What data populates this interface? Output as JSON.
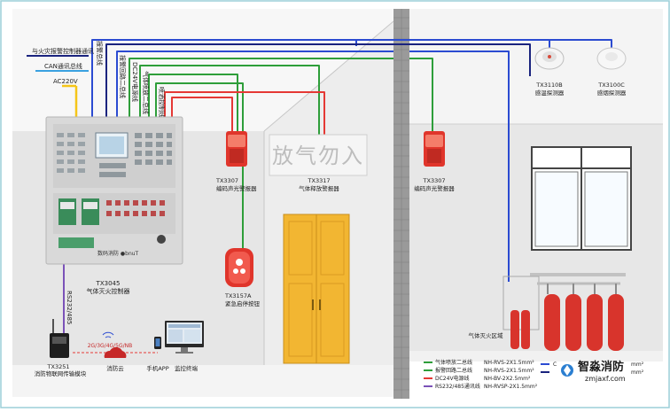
{
  "labels": {
    "fire_alarm_comm": "与火灾报警控制器通讯",
    "can_bus": "CAN通讯总线",
    "ac220": "AC220V",
    "v_alarm_bus": "报警总线",
    "v_alarm_loop2": "报警回路二总线",
    "v_dc24": "DC24V电源线",
    "v_gas_loop2": "气体喷放二总线",
    "v_start_signal": "喷洒控制线",
    "panel_display": "放气勿入",
    "panel_model_text": "TX3317",
    "panel_name": "气体释放警报器",
    "sounder1_model": "TX3307",
    "sounder1_name": "编码声光警报器",
    "sounder2_model": "TX3307",
    "sounder2_name": "编码声光警报器",
    "button_model": "TX3157A",
    "button_name": "紧急启停按钮",
    "controller_model": "TX3045",
    "controller_name": "气体灭火控制器",
    "controller_brand": "数码消防 ●bnuT",
    "rs_line": "RS232/485",
    "iot_model": "TX3251",
    "iot_name": "消防物联网传输模块",
    "net_label": "2G/3G/4G/5G/NB",
    "cloud": "消防云",
    "mobile_app": "手机APP",
    "monitor_platform": "监控终端",
    "det1_model": "TX3110B",
    "det1_name": "感温探测器",
    "det2_model": "TX3100C",
    "det2_name": "感烟探测器",
    "zone_label": "气体灭火区域"
  },
  "legend": [
    {
      "label": "气体喷放二总线",
      "spec": "NH-RVS-2X1.5mm²",
      "color": "#2e9e3a"
    },
    {
      "label": "报警回路二总线",
      "spec": "NH-RVS-2X1.5mm²",
      "color": "#2e9e3a"
    },
    {
      "label": "DC24V电源线",
      "spec": "NH-BV-2X2.5mm²",
      "color": "#e53935"
    },
    {
      "label": "RS232/485通讯线",
      "spec": "NH-RVSP-2X1.5mm²",
      "color": "#7b52b8"
    }
  ],
  "legend_extra": [
    {
      "label": "C",
      "spec": "mm²"
    },
    {
      "label": "",
      "spec": "mm²"
    }
  ],
  "watermark": {
    "cn": "智淼消防",
    "url": "zmjaxf.com"
  },
  "colors": {
    "wire_blue": "#2b4bd1",
    "wire_green": "#2e9e3a",
    "wire_red": "#e53935",
    "wire_darkblue": "#1a237e",
    "wire_yellow": "#f5c518",
    "wire_purple": "#7b52b8",
    "door": "#f2b632",
    "cylinder": "#d8342c"
  }
}
